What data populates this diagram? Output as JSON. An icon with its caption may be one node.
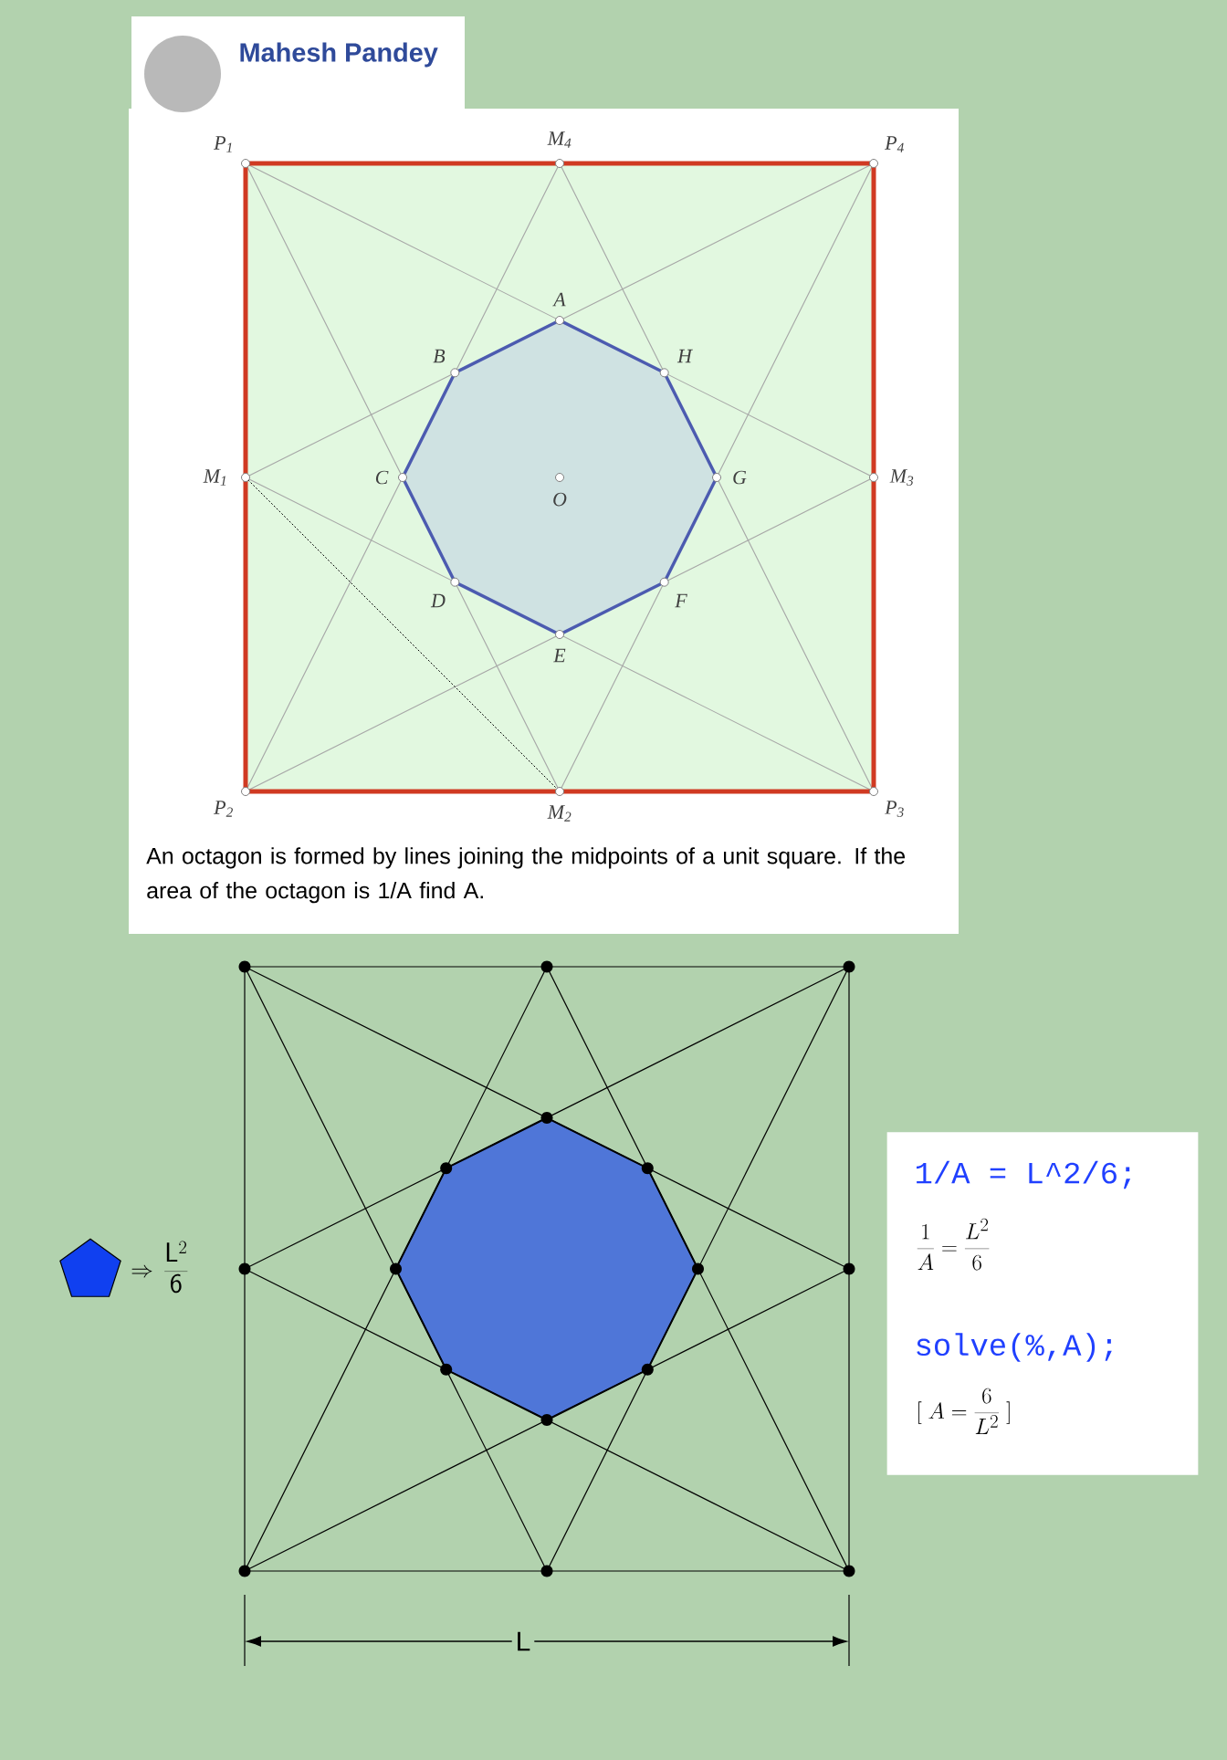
{
  "diagram": {
    "nodes": [
      {
        "text": [
          "Mahesh Pandey"
        ]
      },
      {
        "text": [
          "An octagon is formed by lines joining the midpoints of a unit square. If the area of the octagon is 1/A find A."
        ]
      },
      {
        "text": [
          "1/A = L^2/6;",
          "\\frac{1}{A}=\\frac{L^2}{6}",
          "solve(%,A);",
          "[\\;A=\\frac{6}{L^2}\\;]"
        ]
      }
    ],
    "labels": [
      "P$_{1}$",
      "M$_{4}$",
      "P$_{4}$",
      "A",
      "B",
      "H",
      "M$_{1}$",
      "C",
      "G",
      "M$_{3}$",
      "O",
      "D",
      "F",
      "E",
      "P$_{2}$",
      "M$_{2}$",
      "P$_{3}$",
      "\\Rightarrow\\,\\frac{\\mathsf{L}^{2}}{\\mathsf{6}}",
      "L"
    ]
  }
}
